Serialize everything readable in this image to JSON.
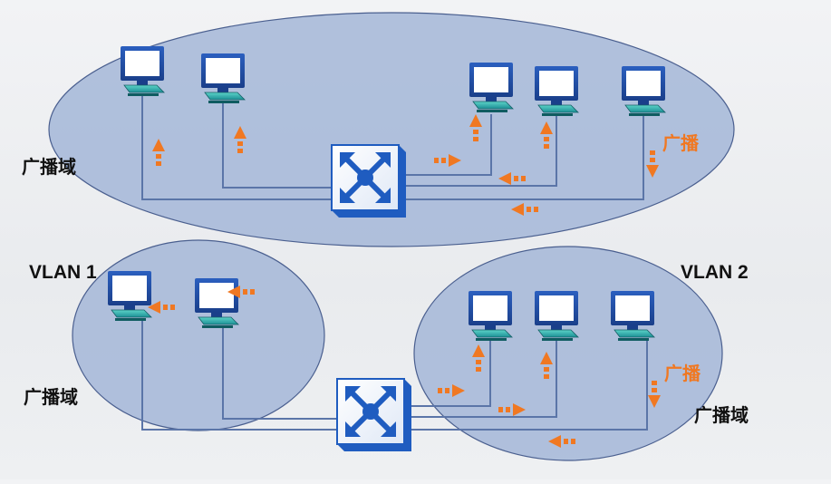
{
  "top_section": {
    "broadcast_domain_label": "广播域",
    "broadcast_label": "广播"
  },
  "bottom_section": {
    "vlan1": {
      "title": "VLAN 1",
      "broadcast_domain_label": "广播域"
    },
    "vlan2": {
      "title": "VLAN 2",
      "broadcast_domain_label": "广播域",
      "broadcast_label": "广播"
    }
  },
  "colors": {
    "domain_fill": "#a8bad9",
    "domain_stroke": "#4a5f8f",
    "switch_blue": "#1f5cc0",
    "arrow_orange": "#f07822",
    "cable": "#5b75a8"
  },
  "icons": [
    "computer-icon",
    "switch-icon",
    "arrow-icon"
  ]
}
